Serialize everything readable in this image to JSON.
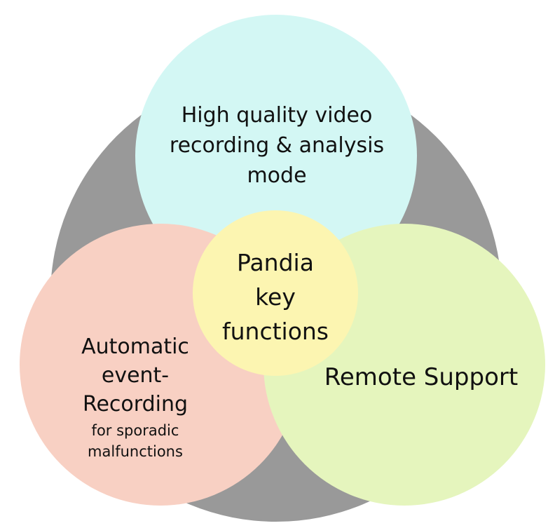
{
  "diagram": {
    "top": {
      "lines": [
        "High quality video",
        "recording & analysis",
        "mode"
      ]
    },
    "center": {
      "lines": [
        "Pandia",
        "key",
        "functions"
      ]
    },
    "right": {
      "lines": [
        "Remote Support"
      ]
    },
    "left": {
      "lines": [
        "Automatic",
        "event-",
        "Recording"
      ],
      "sub_lines": [
        "for sporadic",
        "malfunctions"
      ]
    }
  },
  "colors": {
    "background_circle": "#999999",
    "top_circle": "#d3f7f4",
    "left_circle": "#f8d0c3",
    "right_circle": "#e5f5bd",
    "center_circle": "#fcf5b1"
  }
}
